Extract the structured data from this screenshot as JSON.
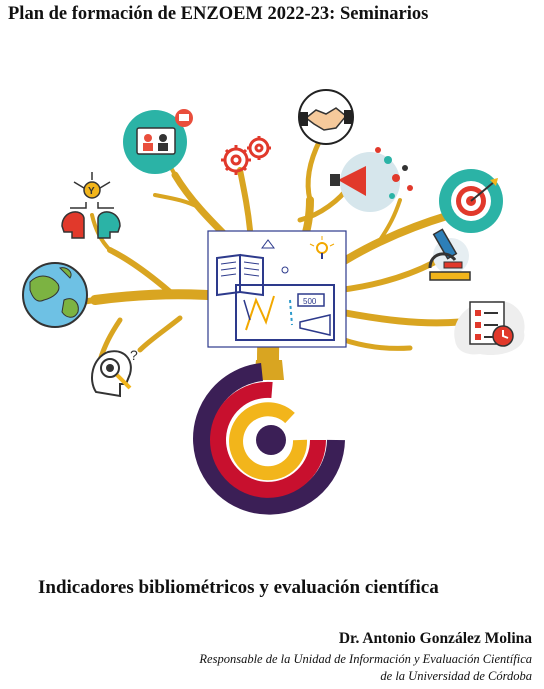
{
  "header": {
    "title": "Plan de formación de ENZOEM 2022-23: Seminarios"
  },
  "illustration": {
    "icons": [
      "conference-icon",
      "gears-icon",
      "handshake-icon",
      "megaphone-icon",
      "target-icon",
      "brain-idea-icon",
      "globe-icon",
      "microscope-icon",
      "checklist-clock-icon",
      "magnifier-head-icon"
    ],
    "center_badge": "500",
    "colors": {
      "branch": "#d9a521",
      "ring_dark": "#3b1f56",
      "ring_red": "#c8102e",
      "ring_yellow": "#f2b51b"
    }
  },
  "content": {
    "subtitle": "Indicadores bibliométricos y evaluación científica",
    "author": "Dr. Antonio González Molina",
    "role_line1": "Responsable de la Unidad de Información y Evaluación Científica",
    "role_line2": "de la Universidad de Córdoba"
  }
}
